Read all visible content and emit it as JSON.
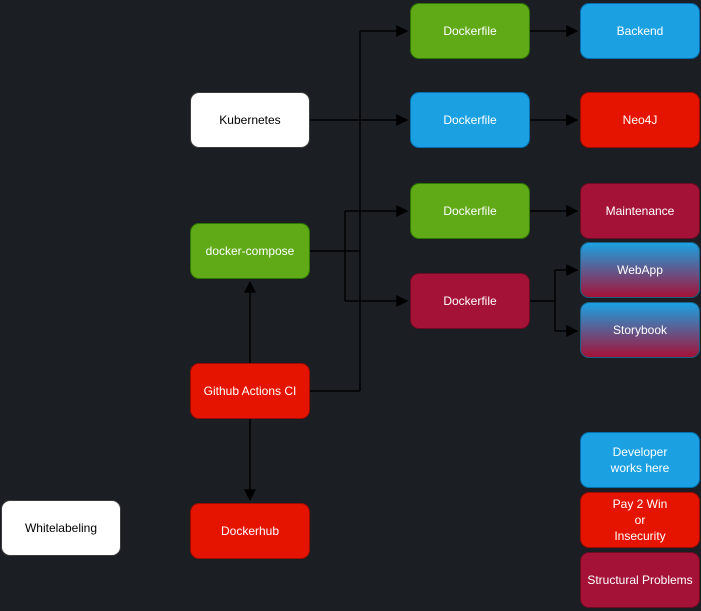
{
  "diagram": {
    "title": "Docker build pipeline diagram",
    "nodes": {
      "kubernetes": {
        "label": "Kubernetes"
      },
      "docker_compose": {
        "label": "docker-compose"
      },
      "github_actions": {
        "label": "Github Actions CI"
      },
      "dockerhub": {
        "label": "Dockerhub"
      },
      "whitelabeling": {
        "label": "Whitelabeling"
      },
      "dockerfile_backend": {
        "label": "Dockerfile"
      },
      "dockerfile_neo4j": {
        "label": "Dockerfile"
      },
      "dockerfile_maintenance": {
        "label": "Dockerfile"
      },
      "dockerfile_webapp": {
        "label": "Dockerfile"
      },
      "backend": {
        "label": "Backend"
      },
      "neo4j": {
        "label": "Neo4J"
      },
      "maintenance": {
        "label": "Maintenance"
      },
      "webapp": {
        "label": "WebApp"
      },
      "storybook": {
        "label": "Storybook"
      },
      "legend_developer": {
        "label": "Developer\nworks here"
      },
      "legend_pay2win": {
        "label": "Pay 2 Win\nor\nInsecurity"
      },
      "legend_structural": {
        "label": "Structural Problems"
      }
    },
    "colors": {
      "background": "#1b1f24",
      "green": "#60a917",
      "blue": "#1ba1e2",
      "red": "#e51400",
      "crimson": "#a51238",
      "white": "#ffffff",
      "edge": "#000000"
    }
  }
}
